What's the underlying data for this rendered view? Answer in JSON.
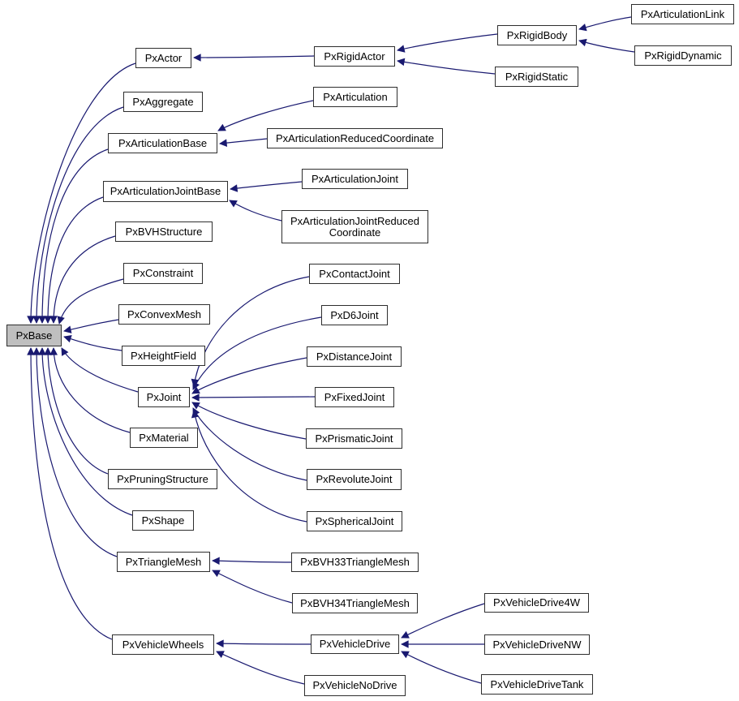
{
  "diagram": {
    "kind": "class-inheritance-graph",
    "root_class": "PxBase",
    "edge_color": "#191970",
    "node_fill": "#ffffff",
    "root_node_fill": "#bfbfbf",
    "node_border_color": "#2e2e2e",
    "text_color": "#000000"
  },
  "nodes": {
    "pxBase": {
      "label": "PxBase"
    },
    "pxActor": {
      "label": "PxActor"
    },
    "pxAggregate": {
      "label": "PxAggregate"
    },
    "pxArticulationBase": {
      "label": "PxArticulationBase"
    },
    "pxArticulationJointBase": {
      "label": "PxArticulationJointBase"
    },
    "pxBVHStructure": {
      "label": "PxBVHStructure"
    },
    "pxConstraint": {
      "label": "PxConstraint"
    },
    "pxConvexMesh": {
      "label": "PxConvexMesh"
    },
    "pxHeightField": {
      "label": "PxHeightField"
    },
    "pxJoint": {
      "label": "PxJoint"
    },
    "pxMaterial": {
      "label": "PxMaterial"
    },
    "pxPruningStructure": {
      "label": "PxPruningStructure"
    },
    "pxShape": {
      "label": "PxShape"
    },
    "pxTriangleMesh": {
      "label": "PxTriangleMesh"
    },
    "pxVehicleWheels": {
      "label": "PxVehicleWheels"
    },
    "pxRigidActor": {
      "label": "PxRigidActor"
    },
    "pxRigidBody": {
      "label": "PxRigidBody"
    },
    "pxRigidStatic": {
      "label": "PxRigidStatic"
    },
    "pxArticulationLink": {
      "label": "PxArticulationLink"
    },
    "pxRigidDynamic": {
      "label": "PxRigidDynamic"
    },
    "pxArticulation": {
      "label": "PxArticulation"
    },
    "pxArticulationReducedCoordinate": {
      "label": "PxArticulationReducedCoordinate"
    },
    "pxArticulationJoint": {
      "label": "PxArticulationJoint"
    },
    "pxArticulationJointReducedCoordinate": {
      "label": "PxArticulationJointReduced\nCoordinate"
    },
    "pxContactJoint": {
      "label": "PxContactJoint"
    },
    "pxD6Joint": {
      "label": "PxD6Joint"
    },
    "pxDistanceJoint": {
      "label": "PxDistanceJoint"
    },
    "pxFixedJoint": {
      "label": "PxFixedJoint"
    },
    "pxPrismaticJoint": {
      "label": "PxPrismaticJoint"
    },
    "pxRevoluteJoint": {
      "label": "PxRevoluteJoint"
    },
    "pxSphericalJoint": {
      "label": "PxSphericalJoint"
    },
    "pxBVH33TriangleMesh": {
      "label": "PxBVH33TriangleMesh"
    },
    "pxBVH34TriangleMesh": {
      "label": "PxBVH34TriangleMesh"
    },
    "pxVehicleDrive": {
      "label": "PxVehicleDrive"
    },
    "pxVehicleNoDrive": {
      "label": "PxVehicleNoDrive"
    },
    "pxVehicleDrive4W": {
      "label": "PxVehicleDrive4W"
    },
    "pxVehicleDriveNW": {
      "label": "PxVehicleDriveNW"
    },
    "pxVehicleDriveTank": {
      "label": "PxVehicleDriveTank"
    }
  },
  "edges": [
    {
      "from": "PxActor",
      "to": "PxBase"
    },
    {
      "from": "PxAggregate",
      "to": "PxBase"
    },
    {
      "from": "PxArticulationBase",
      "to": "PxBase"
    },
    {
      "from": "PxArticulationJointBase",
      "to": "PxBase"
    },
    {
      "from": "PxBVHStructure",
      "to": "PxBase"
    },
    {
      "from": "PxConstraint",
      "to": "PxBase"
    },
    {
      "from": "PxConvexMesh",
      "to": "PxBase"
    },
    {
      "from": "PxHeightField",
      "to": "PxBase"
    },
    {
      "from": "PxJoint",
      "to": "PxBase"
    },
    {
      "from": "PxMaterial",
      "to": "PxBase"
    },
    {
      "from": "PxPruningStructure",
      "to": "PxBase"
    },
    {
      "from": "PxShape",
      "to": "PxBase"
    },
    {
      "from": "PxTriangleMesh",
      "to": "PxBase"
    },
    {
      "from": "PxVehicleWheels",
      "to": "PxBase"
    },
    {
      "from": "PxRigidActor",
      "to": "PxActor"
    },
    {
      "from": "PxRigidBody",
      "to": "PxRigidActor"
    },
    {
      "from": "PxRigidStatic",
      "to": "PxRigidActor"
    },
    {
      "from": "PxArticulationLink",
      "to": "PxRigidBody"
    },
    {
      "from": "PxRigidDynamic",
      "to": "PxRigidBody"
    },
    {
      "from": "PxArticulation",
      "to": "PxArticulationBase"
    },
    {
      "from": "PxArticulationReducedCoordinate",
      "to": "PxArticulationBase"
    },
    {
      "from": "PxArticulationJoint",
      "to": "PxArticulationJointBase"
    },
    {
      "from": "PxArticulationJointReducedCoordinate",
      "to": "PxArticulationJointBase"
    },
    {
      "from": "PxContactJoint",
      "to": "PxJoint"
    },
    {
      "from": "PxD6Joint",
      "to": "PxJoint"
    },
    {
      "from": "PxDistanceJoint",
      "to": "PxJoint"
    },
    {
      "from": "PxFixedJoint",
      "to": "PxJoint"
    },
    {
      "from": "PxPrismaticJoint",
      "to": "PxJoint"
    },
    {
      "from": "PxRevoluteJoint",
      "to": "PxJoint"
    },
    {
      "from": "PxSphericalJoint",
      "to": "PxJoint"
    },
    {
      "from": "PxBVH33TriangleMesh",
      "to": "PxTriangleMesh"
    },
    {
      "from": "PxBVH34TriangleMesh",
      "to": "PxTriangleMesh"
    },
    {
      "from": "PxVehicleDrive",
      "to": "PxVehicleWheels"
    },
    {
      "from": "PxVehicleNoDrive",
      "to": "PxVehicleWheels"
    },
    {
      "from": "PxVehicleDrive4W",
      "to": "PxVehicleDrive"
    },
    {
      "from": "PxVehicleDriveNW",
      "to": "PxVehicleDrive"
    },
    {
      "from": "PxVehicleDriveTank",
      "to": "PxVehicleDrive"
    }
  ]
}
